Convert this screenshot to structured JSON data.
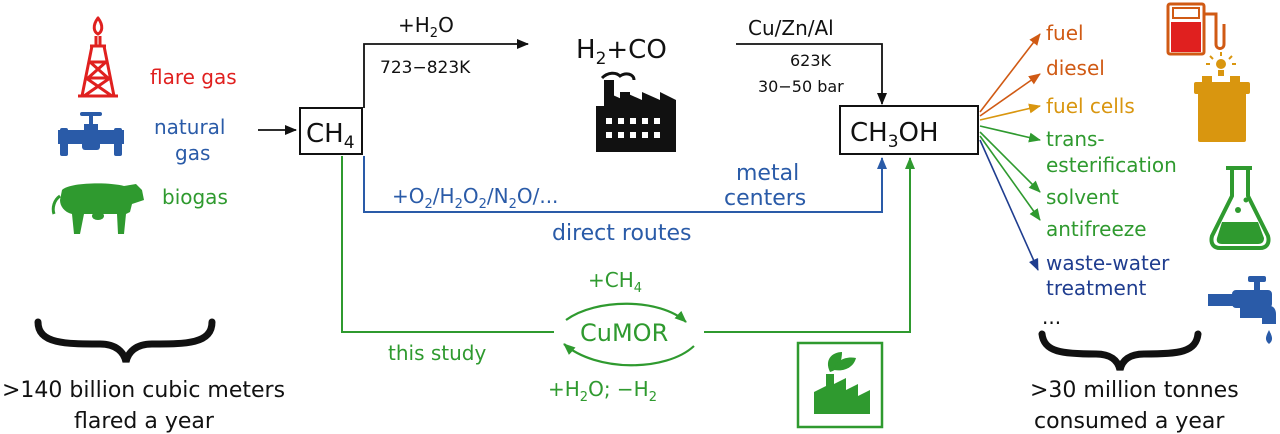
{
  "colors": {
    "red": "#e0201f",
    "blue": "#2a5ba8",
    "green": "#2f9a2f",
    "orange": "#d05a14",
    "yellow": "#d9960f",
    "navy": "#1f3d8f",
    "black": "#111111"
  },
  "sources": {
    "flare_gas": "flare gas",
    "natural_gas_line1": "natural",
    "natural_gas_line2": "gas",
    "biogas": "biogas"
  },
  "nodes": {
    "ch4_main": "CH",
    "ch4_sub": "4",
    "ch3oh_a": "CH",
    "ch3oh_sub": "3",
    "ch3oh_b": "OH",
    "syngas_h": "H",
    "syngas_sub": "2",
    "syngas_rest": "+CO"
  },
  "steam_reforming": {
    "reagent_pre": "+H",
    "reagent_sub": "2",
    "reagent_post": "O",
    "temperature": "723−823K"
  },
  "methanol_synthesis": {
    "catalyst": "Cu/Zn/Al",
    "temperature": "623K",
    "pressure": "30−50 bar"
  },
  "direct_route": {
    "oxidants_pre": "+O",
    "o2_sub": "2",
    "oxidants_mid1": "/H",
    "h2o2_sub1": "2",
    "oxidants_mid2": "O",
    "h2o2_sub2": "2",
    "oxidants_mid3": "/N",
    "n2o_sub": "2",
    "oxidants_post": "O/...",
    "metal_centers_line1": "metal",
    "metal_centers_line2": "centers",
    "label": "direct routes"
  },
  "this_study": {
    "label": "this study",
    "cycle_name": "CuMOR",
    "top_pre": "+CH",
    "top_sub": "4",
    "bottom_pre": "+H",
    "bottom_sub1": "2",
    "bottom_mid": "O; −H",
    "bottom_sub2": "2"
  },
  "uses": [
    {
      "label": "fuel",
      "color": "orange"
    },
    {
      "label": "diesel",
      "color": "orange"
    },
    {
      "label": "fuel cells",
      "color": "yellow"
    },
    {
      "label": "trans-",
      "color": "green"
    },
    {
      "label": "esterification",
      "color": "green"
    },
    {
      "label": "solvent",
      "color": "green"
    },
    {
      "label": "antifreeze",
      "color": "green"
    },
    {
      "label": "waste-water",
      "color": "navy"
    },
    {
      "label": "treatment",
      "color": "navy"
    }
  ],
  "uses_ellipsis": "...",
  "footer": {
    "flared_line1": ">140 billion cubic meters",
    "flared_line2": "flared a year",
    "consumed_line1": ">30 million tonnes",
    "consumed_line2": "consumed a year"
  },
  "icons": [
    "gas-flare-tower-icon",
    "pipeline-valve-icon",
    "cow-icon",
    "factory-icon",
    "green-factory-icon",
    "fuel-pump-icon",
    "fuel-cell-lamp-icon",
    "lab-flask-icon",
    "water-tap-icon"
  ]
}
